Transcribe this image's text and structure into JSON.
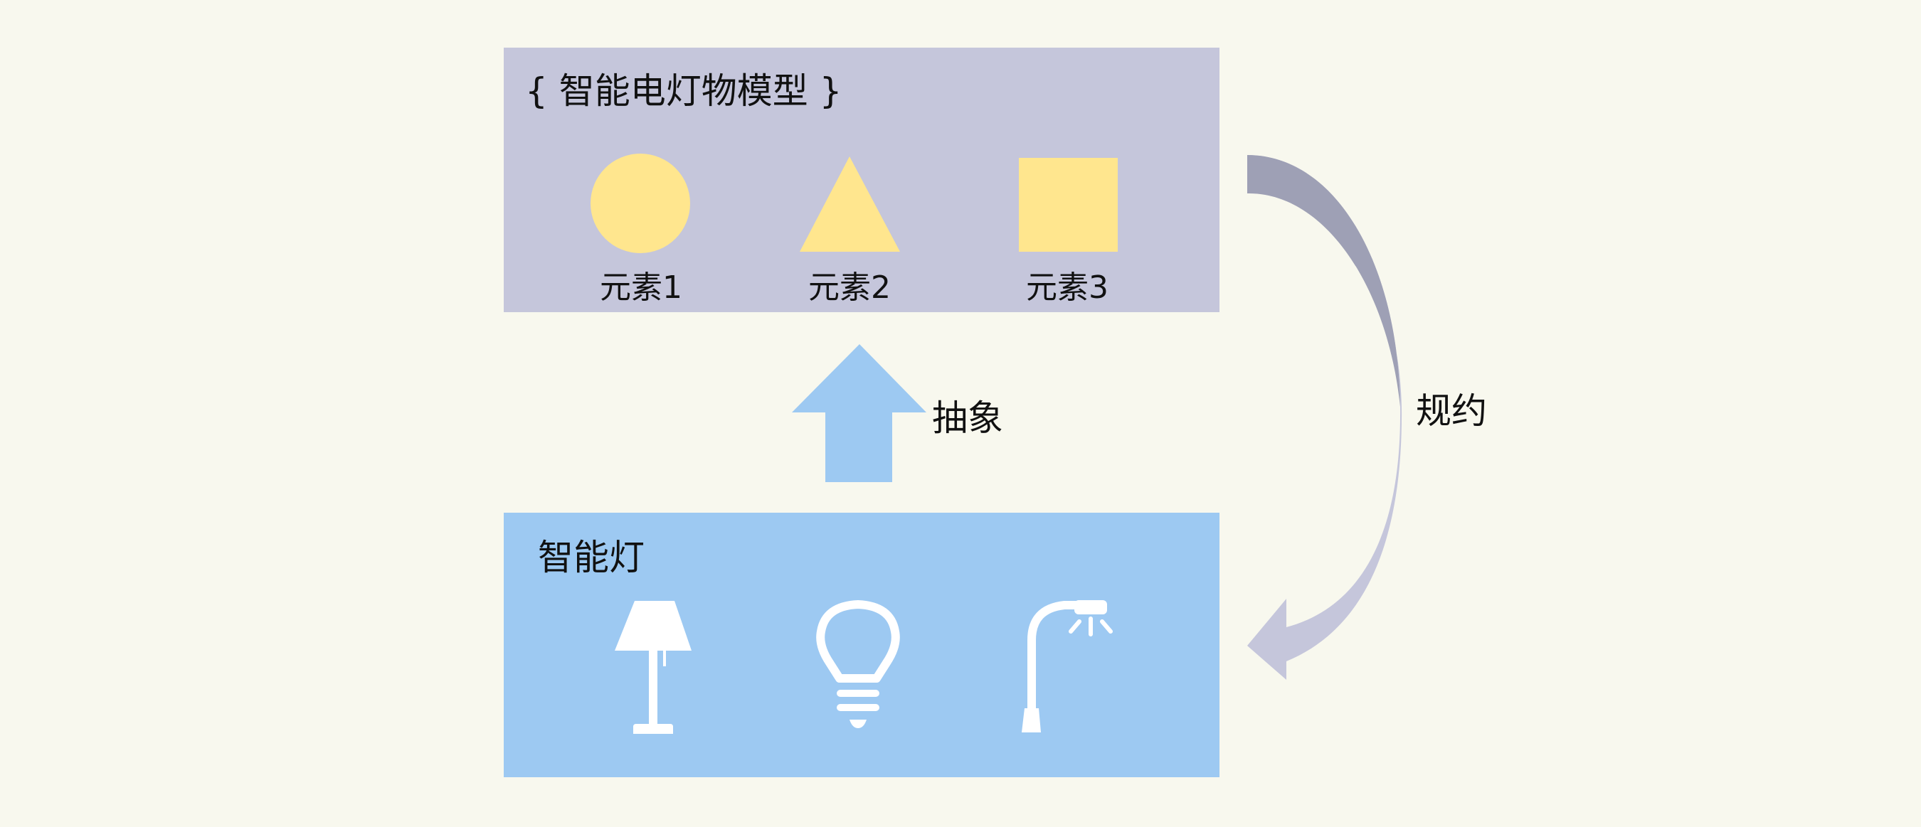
{
  "model": {
    "title": "{ 智能电灯物模型 }",
    "elements": [
      {
        "label": "元素1",
        "shape": "circle"
      },
      {
        "label": "元素2",
        "shape": "triangle"
      },
      {
        "label": "元素3",
        "shape": "square"
      }
    ],
    "color": "#c5c6db",
    "element_color": "#ffe68e"
  },
  "lamp": {
    "title": "智能灯",
    "icons": [
      "table-lamp-icon",
      "light-bulb-icon",
      "street-lamp-icon"
    ],
    "color": "#9dc9f2"
  },
  "arrows": {
    "abstract_label": "抽象",
    "reduce_label": "规约"
  }
}
